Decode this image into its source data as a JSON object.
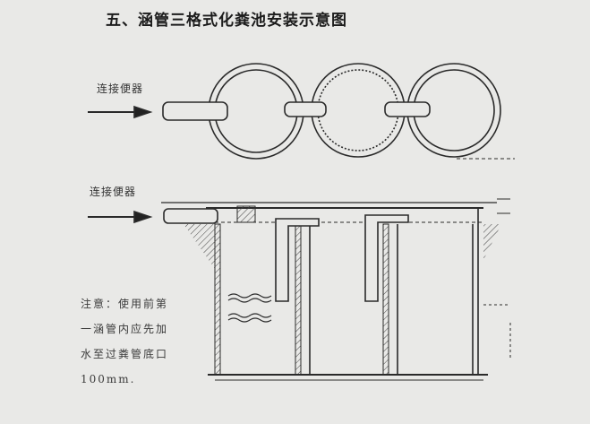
{
  "title": "五、涵管三格式化粪池安装示意图",
  "plan_view": {
    "inlet_label": "连接便器"
  },
  "section_view": {
    "inlet_label": "连接便器"
  },
  "note": {
    "lines": [
      "注意：使用前第",
      "一涵管内应先加",
      "水至过粪管底口",
      "100mm."
    ]
  },
  "colors": {
    "background": "#e9e9e7",
    "ink": "#2a2a2a"
  }
}
